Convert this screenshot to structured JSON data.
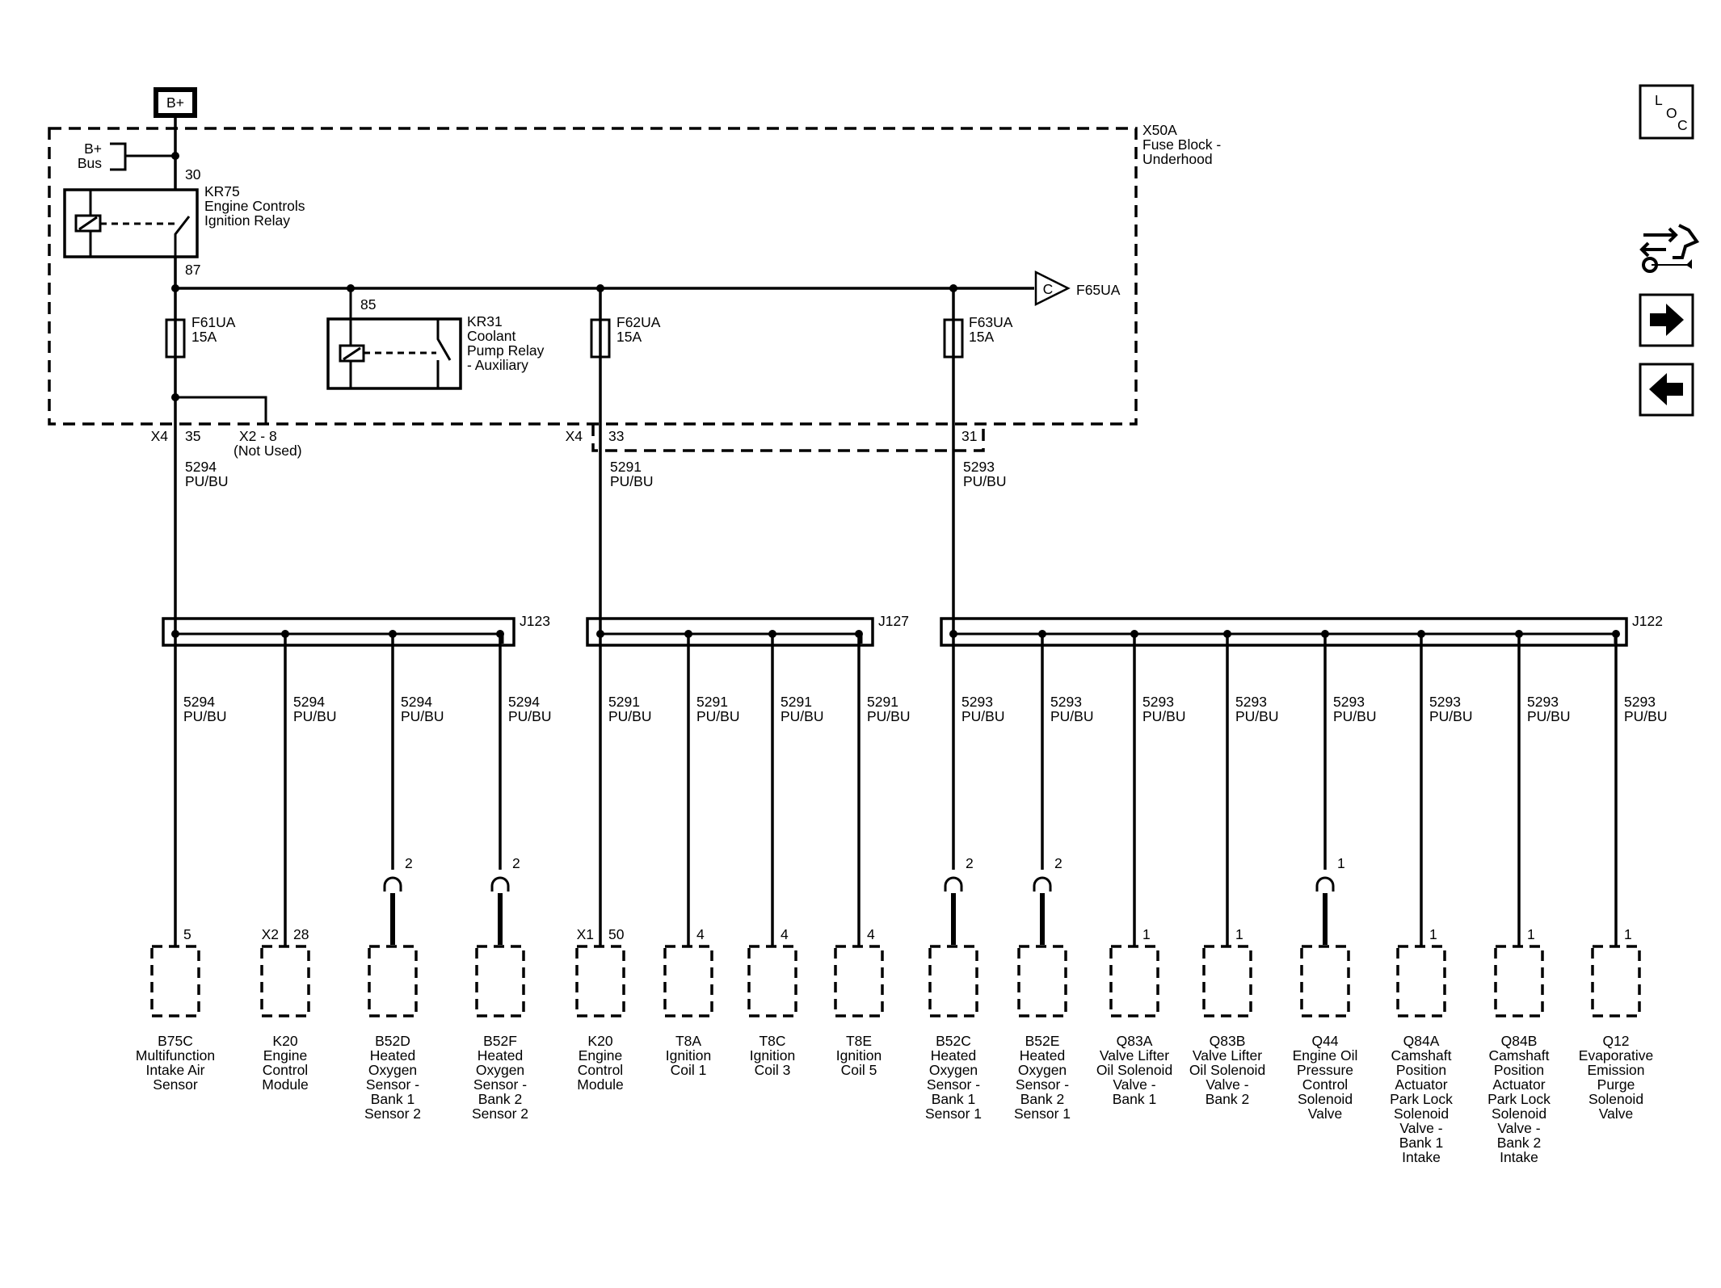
{
  "power": {
    "source": "B+",
    "bus_l1": "B+",
    "bus_l2": "Bus",
    "pin_in": "30",
    "pin_out": "87"
  },
  "fuse_block": {
    "id": "X50A",
    "l1": "Fuse Block -",
    "l2": "Underhood"
  },
  "relay_kr75": {
    "id": "KR75",
    "l1": "Engine Controls",
    "l2": "Ignition Relay"
  },
  "relay_kr31": {
    "pin": "85",
    "id": "KR31",
    "l1": "Coolant",
    "l2": "Pump Relay",
    "l3": "- Auxiliary"
  },
  "continuation": {
    "letter": "C",
    "label": "F65UA"
  },
  "fuses": [
    {
      "id": "F61UA",
      "rating": "15A"
    },
    {
      "id": "F62UA",
      "rating": "15A"
    },
    {
      "id": "F63UA",
      "rating": "15A"
    }
  ],
  "connectors": {
    "x4_left": "X4",
    "pin_35": "35",
    "x2_8": "X2 - 8",
    "not_used": "(Not Used)",
    "x4_mid": "X4",
    "pin_33": "33",
    "pin_31": "31"
  },
  "trunks": [
    {
      "circuit": "5294",
      "color": "PU/BU"
    },
    {
      "circuit": "5291",
      "color": "PU/BU"
    },
    {
      "circuit": "5293",
      "color": "PU/BU"
    }
  ],
  "splices": [
    "J123",
    "J127",
    "J122"
  ],
  "nav": {
    "loc_l": "L",
    "loc_o": "O",
    "loc_c": "C"
  },
  "components": [
    {
      "circuit": "5294",
      "color": "PU/BU",
      "conn": "",
      "pin": "5",
      "inline": "",
      "lines": [
        "B75C",
        "Multifunction",
        "Intake Air",
        "Sensor"
      ]
    },
    {
      "circuit": "5294",
      "color": "PU/BU",
      "conn": "X2",
      "pin": "28",
      "inline": "",
      "lines": [
        "K20",
        "Engine",
        "Control",
        "Module"
      ]
    },
    {
      "circuit": "5294",
      "color": "PU/BU",
      "conn": "",
      "pin": "",
      "inline": "2",
      "lines": [
        "B52D",
        "Heated",
        "Oxygen",
        "Sensor -",
        "Bank 1",
        "Sensor 2"
      ]
    },
    {
      "circuit": "5294",
      "color": "PU/BU",
      "conn": "",
      "pin": "",
      "inline": "2",
      "lines": [
        "B52F",
        "Heated",
        "Oxygen",
        "Sensor -",
        "Bank 2",
        "Sensor 2"
      ]
    },
    {
      "circuit": "5291",
      "color": "PU/BU",
      "conn": "X1",
      "pin": "50",
      "inline": "",
      "lines": [
        "K20",
        "Engine",
        "Control",
        "Module"
      ]
    },
    {
      "circuit": "5291",
      "color": "PU/BU",
      "conn": "",
      "pin": "4",
      "inline": "",
      "lines": [
        "T8A",
        "Ignition",
        "Coil 1"
      ]
    },
    {
      "circuit": "5291",
      "color": "PU/BU",
      "conn": "",
      "pin": "4",
      "inline": "",
      "lines": [
        "T8C",
        "Ignition",
        "Coil 3"
      ]
    },
    {
      "circuit": "5291",
      "color": "PU/BU",
      "conn": "",
      "pin": "4",
      "inline": "",
      "lines": [
        "T8E",
        "Ignition",
        "Coil 5"
      ]
    },
    {
      "circuit": "5293",
      "color": "PU/BU",
      "conn": "",
      "pin": "",
      "inline": "2",
      "lines": [
        "B52C",
        "Heated",
        "Oxygen",
        "Sensor -",
        "Bank 1",
        "Sensor 1"
      ]
    },
    {
      "circuit": "5293",
      "color": "PU/BU",
      "conn": "",
      "pin": "",
      "inline": "2",
      "lines": [
        "B52E",
        "Heated",
        "Oxygen",
        "Sensor -",
        "Bank 2",
        "Sensor 1"
      ]
    },
    {
      "circuit": "5293",
      "color": "PU/BU",
      "conn": "",
      "pin": "1",
      "inline": "",
      "lines": [
        "Q83A",
        "Valve Lifter",
        "Oil Solenoid",
        "Valve -",
        "Bank 1"
      ]
    },
    {
      "circuit": "5293",
      "color": "PU/BU",
      "conn": "",
      "pin": "1",
      "inline": "",
      "lines": [
        "Q83B",
        "Valve Lifter",
        "Oil Solenoid",
        "Valve -",
        "Bank 2"
      ]
    },
    {
      "circuit": "5293",
      "color": "PU/BU",
      "conn": "",
      "pin": "",
      "inline": "1",
      "lines": [
        "Q44",
        "Engine Oil",
        "Pressure",
        "Control",
        "Solenoid",
        "Valve"
      ]
    },
    {
      "circuit": "5293",
      "color": "PU/BU",
      "conn": "",
      "pin": "1",
      "inline": "",
      "lines": [
        "Q84A",
        "Camshaft",
        "Position",
        "Actuator",
        "Park Lock",
        "Solenoid",
        "Valve -",
        "Bank 1",
        "Intake"
      ]
    },
    {
      "circuit": "5293",
      "color": "PU/BU",
      "conn": "",
      "pin": "1",
      "inline": "",
      "lines": [
        "Q84B",
        "Camshaft",
        "Position",
        "Actuator",
        "Park Lock",
        "Solenoid",
        "Valve -",
        "Bank 2",
        "Intake"
      ]
    },
    {
      "circuit": "5293",
      "color": "PU/BU",
      "conn": "",
      "pin": "1",
      "inline": "",
      "lines": [
        "Q12",
        "Evaporative",
        "Emission",
        "Purge",
        "Solenoid",
        "Valve"
      ]
    }
  ]
}
